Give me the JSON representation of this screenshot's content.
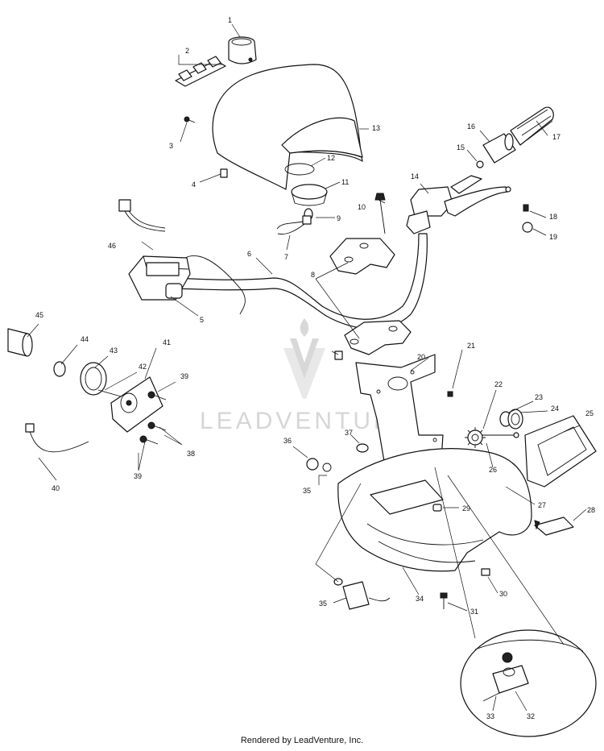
{
  "watermark": "LEADVENTURE",
  "footer": "Rendered by LeadVenture, Inc.",
  "callouts": [
    "1",
    "2",
    "3",
    "4",
    "5",
    "6",
    "7",
    "8",
    "9",
    "10",
    "11",
    "12",
    "13",
    "14",
    "15",
    "16",
    "17",
    "18",
    "19",
    "20",
    "21",
    "22",
    "23",
    "24",
    "25",
    "26",
    "27",
    "28",
    "29",
    "30",
    "31",
    "32",
    "33",
    "34",
    "35",
    "36",
    "37",
    "38",
    "39",
    "40",
    "41",
    "42",
    "43",
    "44",
    "45",
    "46"
  ]
}
